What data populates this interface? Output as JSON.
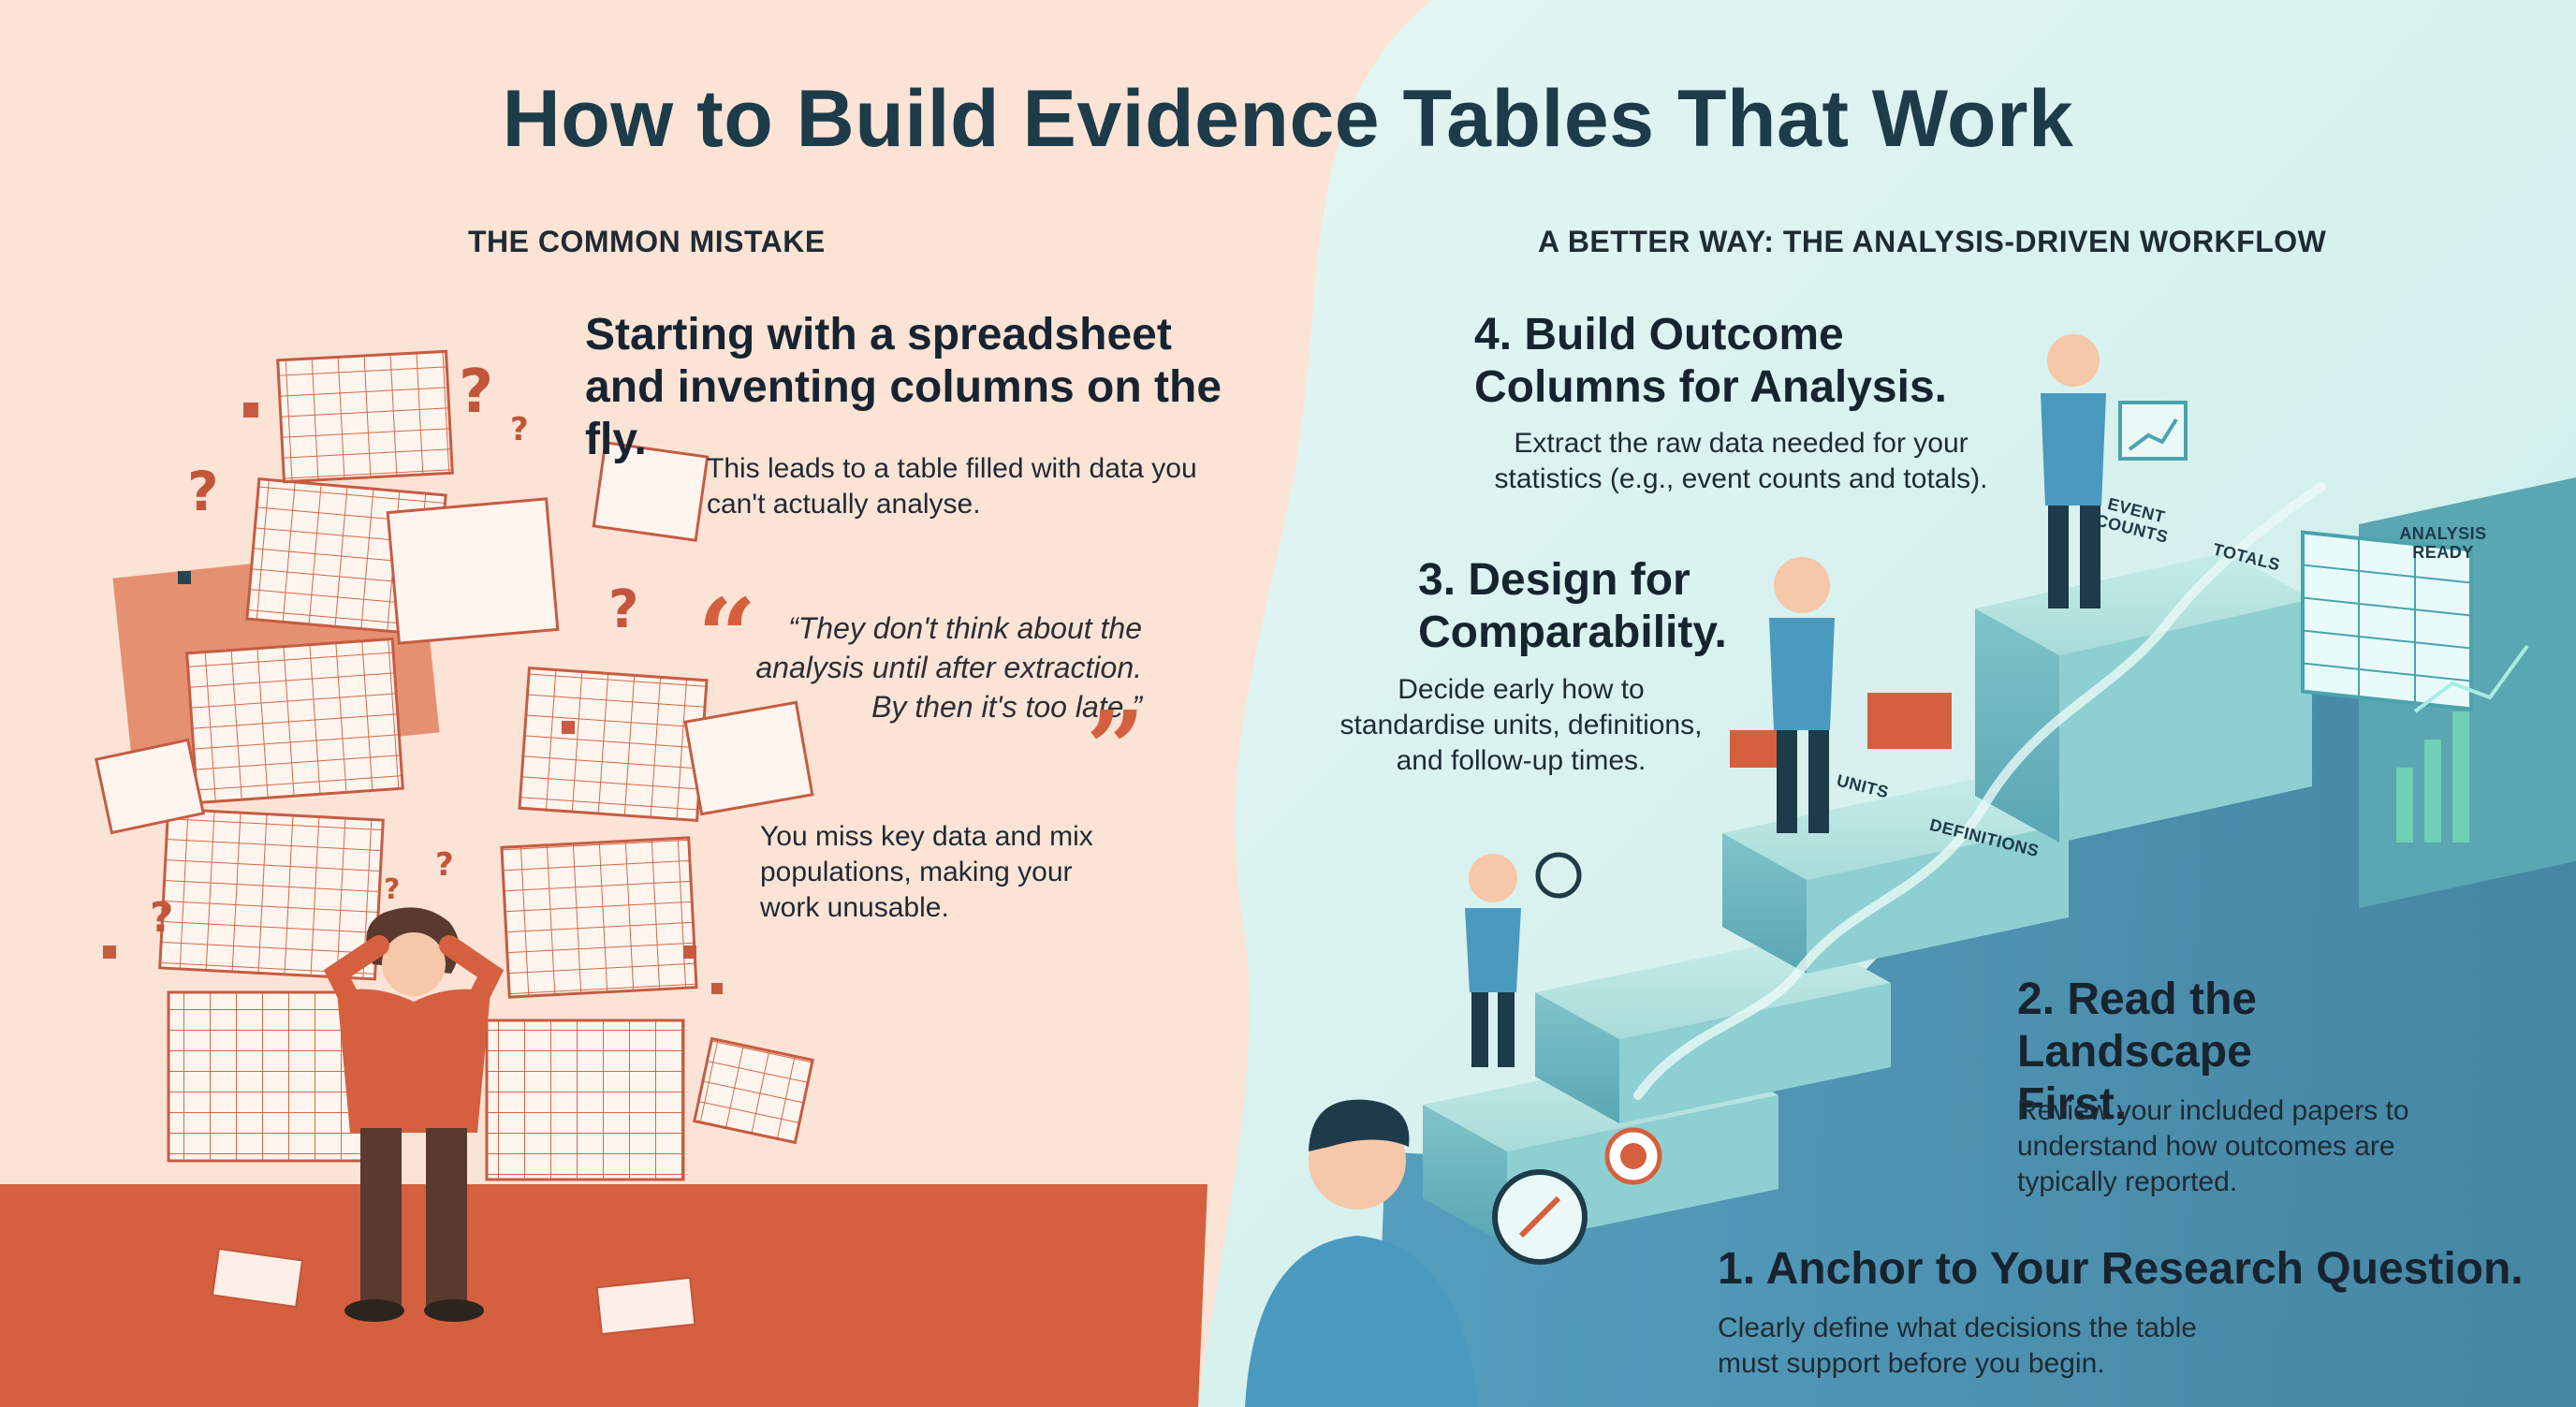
{
  "title": "How to Build Evidence Tables That Work",
  "left": {
    "section_label": "THE COMMON MISTAKE",
    "headline": "Starting with a spreadsheet and inventing columns on the fly.",
    "body1": "This leads to a table filled with data you can't actually analyse.",
    "quote": "“They don't think about the analysis until after extraction. By then it's too late.”",
    "body2": "You miss key data and mix populations, making your work unusable."
  },
  "right": {
    "section_label": "A BETTER WAY: THE ANALYSIS-DRIVEN WORKFLOW",
    "steps": [
      {
        "title": "1. Anchor to Your Research Question.",
        "body": "Clearly define what decisions the table must support before you begin."
      },
      {
        "title": "2. Read the Landscape First.",
        "body": "Review your included papers to understand how outcomes are typically reported."
      },
      {
        "title": "3. Design for Comparability.",
        "body": "Decide early how to standardise units, definitions, and follow-up times."
      },
      {
        "title": "4. Build Outcome Columns for Analysis.",
        "body": "Extract the raw data needed for your statistics (e.g., event counts and totals)."
      }
    ],
    "stair_labels": {
      "units": "UNITS",
      "definitions": "DEFINITIONS",
      "event_counts": "EVENT COUNTS",
      "totals": "TOTALS",
      "analysis_ready": "ANALYSIS READY"
    }
  },
  "colors": {
    "left_bg": "#fbe3d6",
    "right_bg": "#d6f1ef",
    "accent_orange": "#d4603f",
    "accent_teal": "#4aa3ad",
    "title": "#1d3b49"
  }
}
